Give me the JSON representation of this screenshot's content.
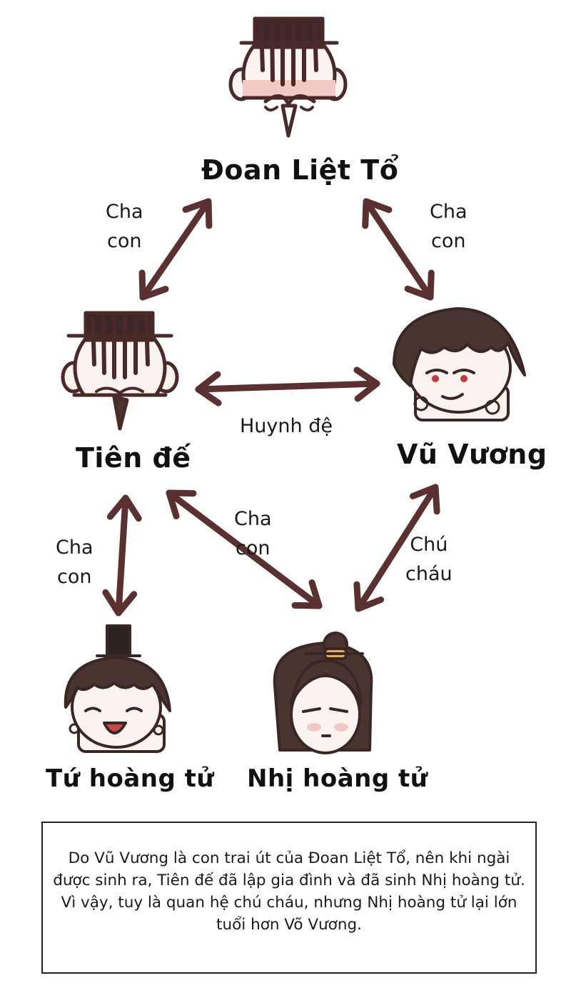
{
  "nodes": {
    "doan_liet_to": {
      "label": "Đoan Liệt Tổ"
    },
    "tien_de": {
      "label": "Tiên đế"
    },
    "vu_vuong": {
      "label": "Vũ Vương"
    },
    "tu_hoang_tu": {
      "label": "Tứ hoàng tử"
    },
    "nhi_hoang_tu": {
      "label": "Nhị hoàng tử"
    }
  },
  "relations": {
    "doan_tien": {
      "line1": "Cha",
      "line2": "con"
    },
    "doan_vu": {
      "line1": "Cha",
      "line2": "con"
    },
    "tien_vu": {
      "line1": "Huynh đệ"
    },
    "tien_tu": {
      "line1": "Cha",
      "line2": "con"
    },
    "tien_nhi": {
      "line1": "Cha",
      "line2": "con"
    },
    "vu_nhi": {
      "line1": "Chú",
      "line2": "cháu"
    }
  },
  "note": {
    "text": "Do Vũ Vương là con trai út của Đoan Liệt Tổ, nên khi ngài được sinh ra, Tiên đế đã lập gia đình và đã sinh Nhị hoàng tử. Vì vậy, tuy là quan hệ chú cháu, nhưng Nhị hoàng tử lại lớn tuổi hơn Võ Vương."
  },
  "colors": {
    "arrow": "#5a3030",
    "outline": "#4a2a28",
    "hair": "#4a3430",
    "skin": "#fbf3ef",
    "blush": "#f3c9c6"
  },
  "icons": {
    "doan_liet_to": "emperor-bearded-face-icon",
    "tien_de": "emperor-goatee-face-icon",
    "vu_vuong": "prince-smirk-face-icon",
    "tu_hoang_tu": "prince-laughing-face-icon",
    "nhi_hoang_tu": "prince-long-hair-face-icon"
  }
}
